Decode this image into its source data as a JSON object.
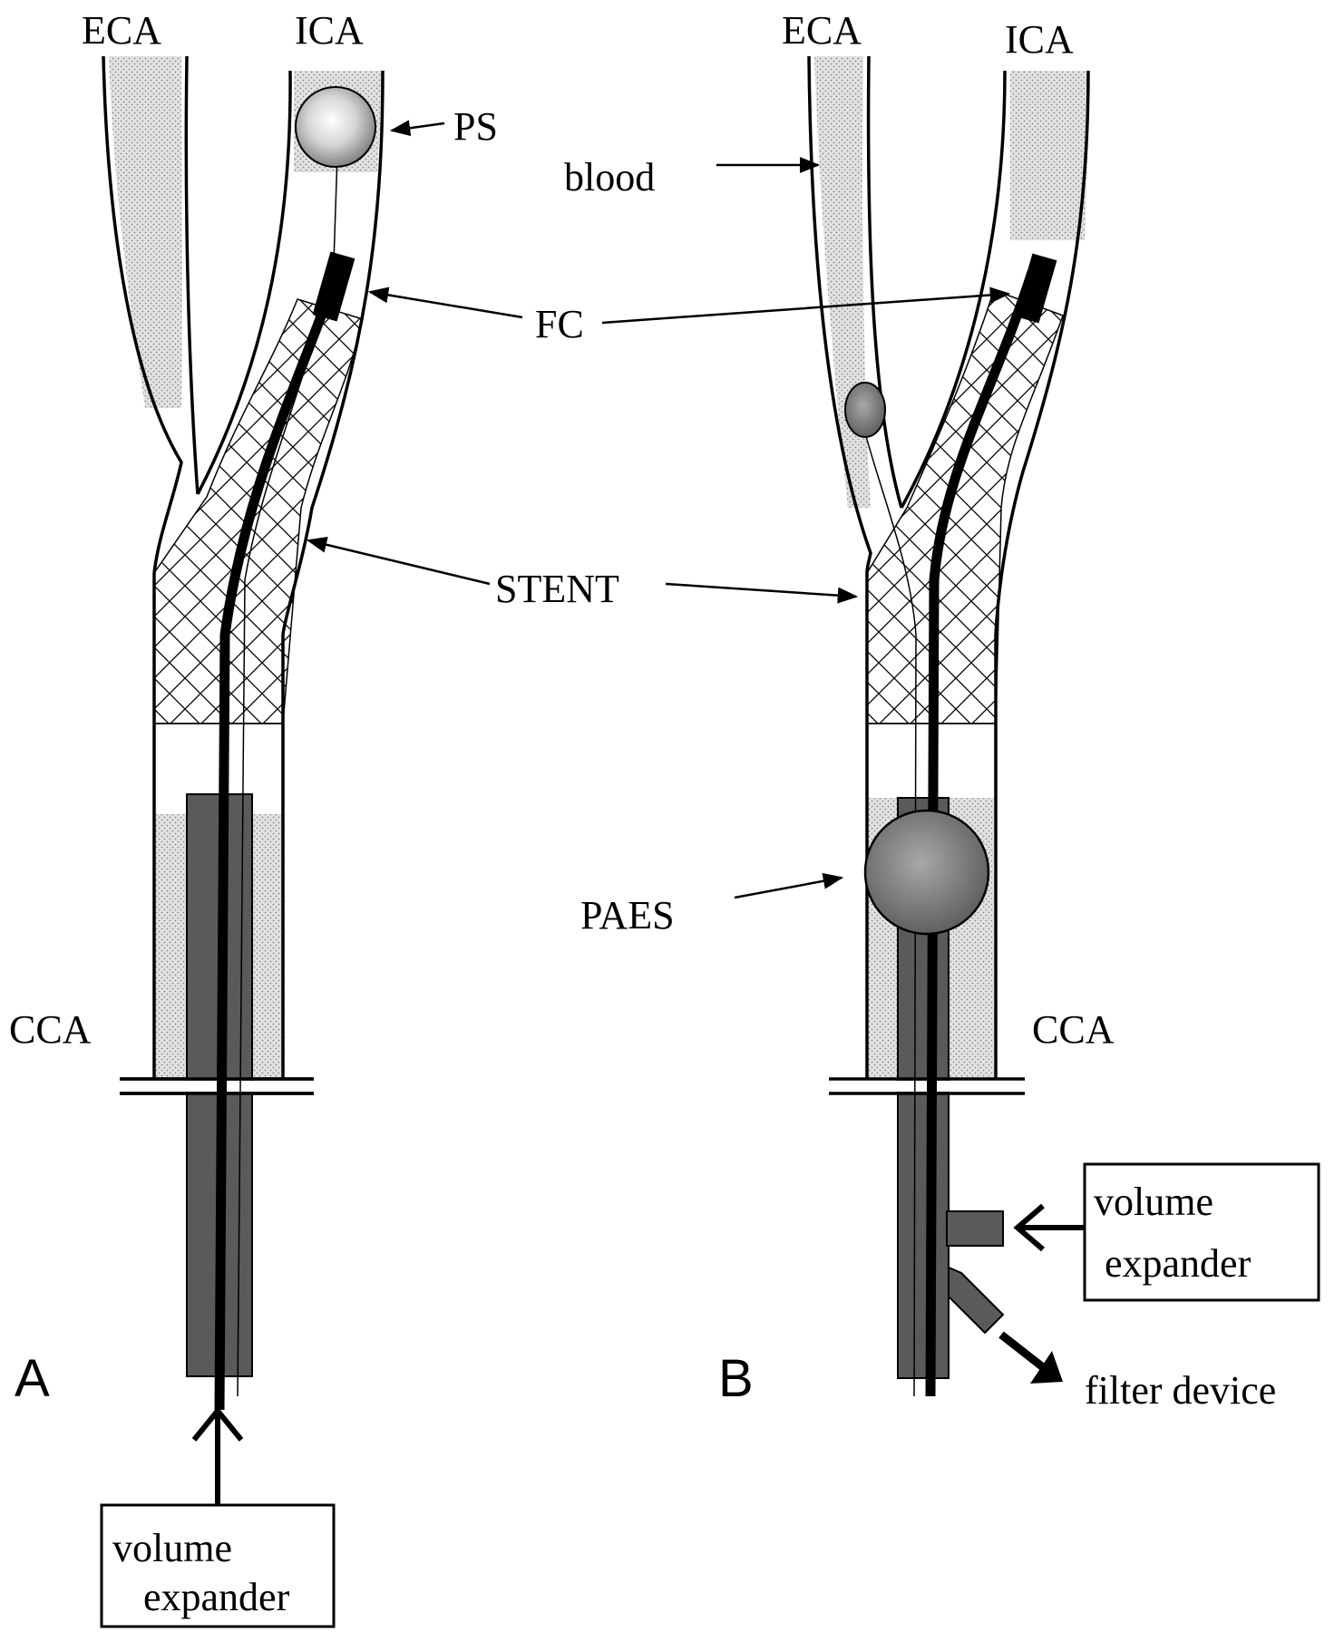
{
  "panel_a": {
    "letter": "A",
    "eca": "ECA",
    "ica": "ICA",
    "cca": "CCA",
    "ps": "PS",
    "volume_expander": [
      "volume",
      "expander"
    ]
  },
  "panel_b": {
    "letter": "B",
    "eca": "ECA",
    "ica": "ICA",
    "cca": "CCA",
    "blood": "blood",
    "paes": "PAES",
    "volume_expander": [
      "volume",
      "expander"
    ],
    "filter_device": "filter device"
  },
  "shared": {
    "fc": "FC",
    "stent": "STENT"
  },
  "colors": {
    "catheter": "#5a5a5a",
    "guidewire": "#000000",
    "blood": "#d2d2d2",
    "balloon": "#7a7a7a"
  }
}
